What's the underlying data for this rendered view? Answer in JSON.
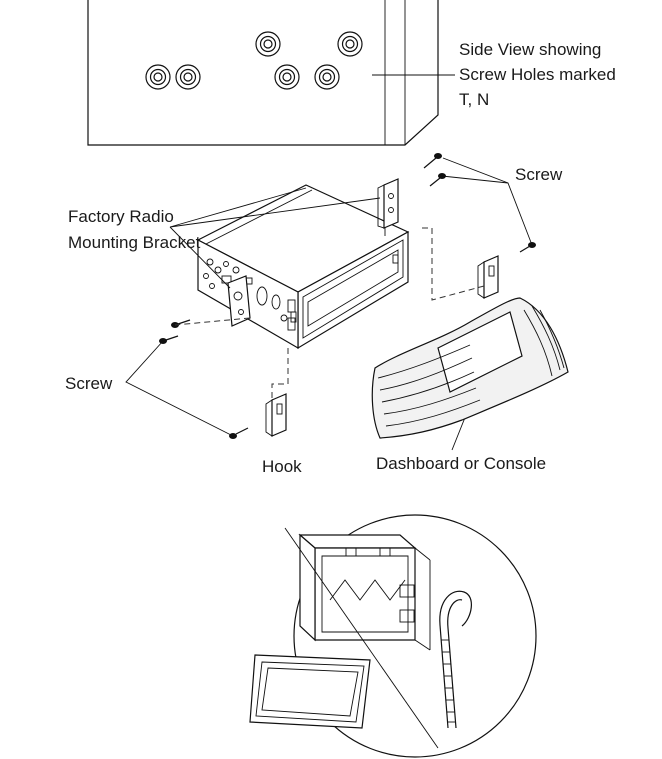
{
  "labels": {
    "side_view_line1": "Side View showing",
    "side_view_line2": "Screw Holes marked",
    "side_view_line3": "T, N",
    "factory_line1": "Factory Radio",
    "factory_line2": "Mounting Bracket",
    "screw_top": "Screw",
    "screw_left": "Screw",
    "hook": "Hook",
    "dashboard": "Dashboard or Console"
  },
  "colors": {
    "line": "#111111",
    "text": "#1a1a1a",
    "background": "#ffffff"
  }
}
